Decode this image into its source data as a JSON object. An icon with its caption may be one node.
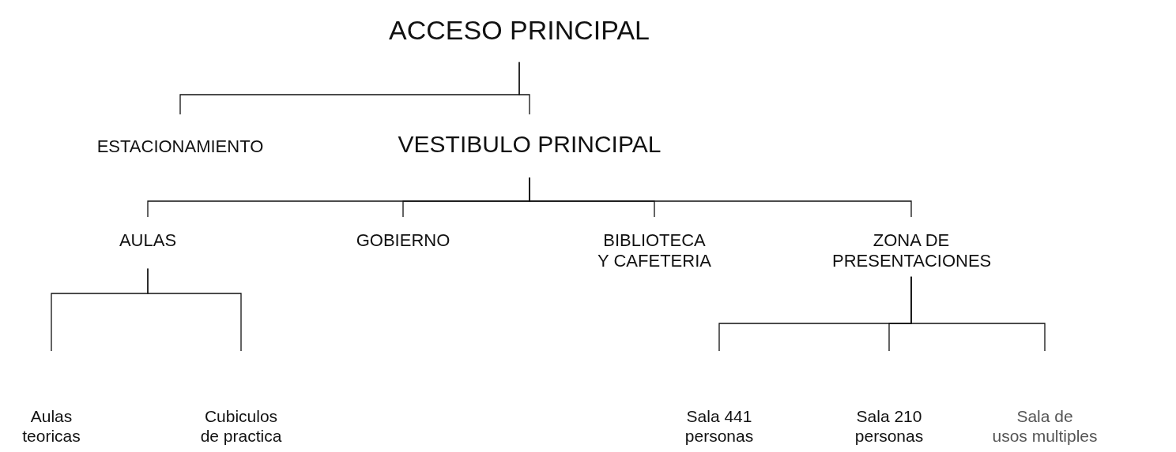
{
  "diagram": {
    "nodes": [
      {
        "text": [
          "ACCESO PRINCIPAL"
        ]
      },
      {
        "text": [
          "ESTACIONAMIENTO"
        ]
      },
      {
        "text": [
          "VESTIBULO PRINCIPAL"
        ]
      },
      {
        "text": [
          "AULAS"
        ]
      },
      {
        "text": [
          "GOBIERNO"
        ]
      },
      {
        "text": [
          "BIBLIOTECA Y CAFETERIA"
        ]
      },
      {
        "text": [
          "ZONA DE PRESENTACIONES"
        ]
      },
      {
        "text": [
          "Aulas teoricas"
        ]
      },
      {
        "text": [
          "Cubiculos de practica"
        ]
      },
      {
        "text": [
          "Sala 441 personas"
        ]
      },
      {
        "text": [
          "Sala 210 personas"
        ]
      },
      {
        "text": [
          "Sala de usos multiples"
        ]
      }
    ],
    "edges": [
      {
        "from": 0,
        "to": 1,
        "arrow": "none"
      },
      {
        "from": 0,
        "to": 2,
        "arrow": "none"
      },
      {
        "from": 2,
        "to": 3,
        "arrow": "none"
      },
      {
        "from": 2,
        "to": 4,
        "arrow": "none"
      },
      {
        "from": 2,
        "to": 5,
        "arrow": "none"
      },
      {
        "from": 2,
        "to": 6,
        "arrow": "none"
      },
      {
        "from": 3,
        "to": 7,
        "arrow": "none"
      },
      {
        "from": 3,
        "to": 8,
        "arrow": "none"
      },
      {
        "from": 6,
        "to": 9,
        "arrow": "none"
      },
      {
        "from": 6,
        "to": 10,
        "arrow": "none"
      },
      {
        "from": 6,
        "to": 11,
        "arrow": "none"
      }
    ]
  }
}
